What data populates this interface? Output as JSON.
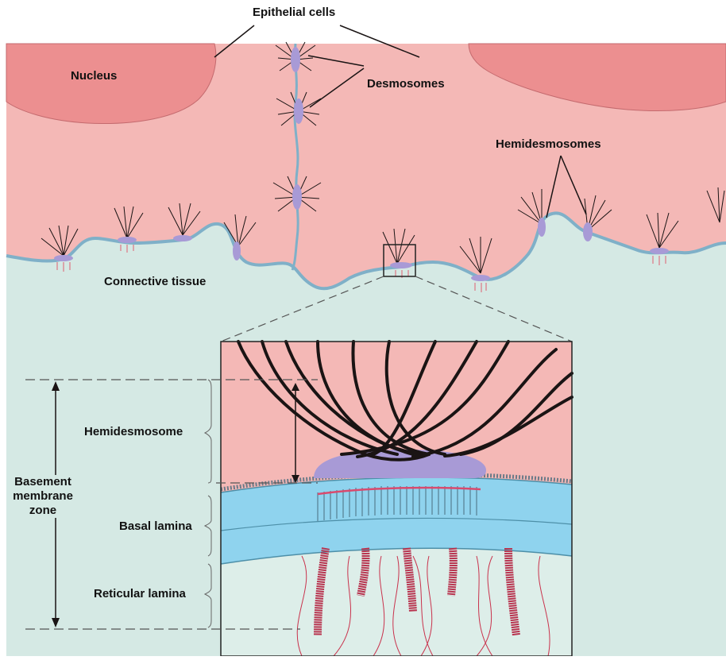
{
  "labels": {
    "epithelial_cells": "Epithelial cells",
    "nucleus": "Nucleus",
    "desmosomes": "Desmosomes",
    "hemidesmosomes": "Hemidesmosomes",
    "connective_tissue": "Connective tissue",
    "hemidesmosome": "Hemidesmosome",
    "basement_membrane_zone": [
      "Basement",
      "membrane",
      "zone"
    ],
    "basal_lamina": "Basal lamina",
    "reticular_lamina": "Reticular lamina"
  },
  "colors": {
    "cytoplasm": "#f4b8b6",
    "nucleus": "#ec8f90",
    "connective_tissue": "#d5e9e4",
    "membrane": "#7fb0c8",
    "plaque": "#a89ad6",
    "filament": "#1a1414",
    "basal_lamina": "#8fd3ee",
    "collagen_fibril": "#b8344f"
  }
}
